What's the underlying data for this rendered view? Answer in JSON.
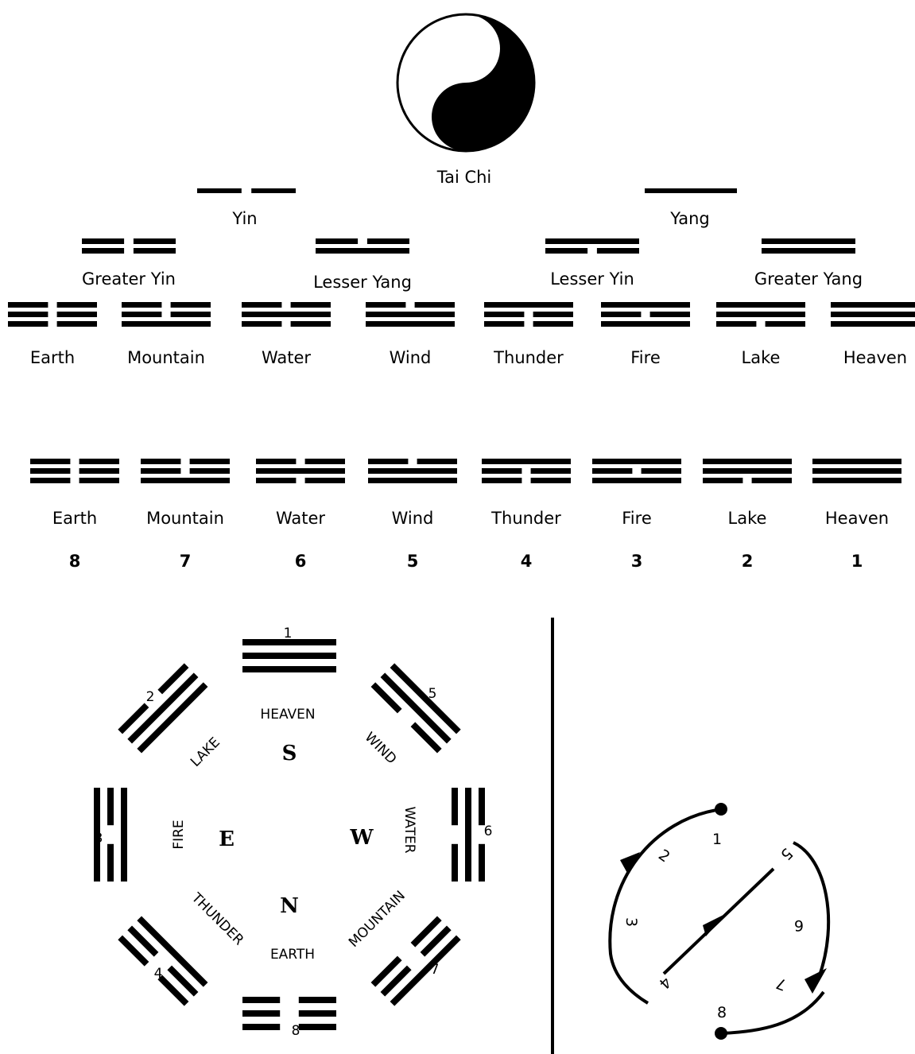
{
  "taichi": {
    "label": "Tai Chi"
  },
  "duograms": [
    {
      "key": "yin",
      "label": "Yin",
      "lines": [
        0
      ]
    },
    {
      "key": "yang",
      "label": "Yang",
      "lines": [
        1
      ]
    }
  ],
  "bigrams": [
    {
      "key": "greater-yin",
      "label": "Greater Yin",
      "lines": [
        0,
        0
      ]
    },
    {
      "key": "lesser-yang",
      "label": "Lesser Yang",
      "lines": [
        1,
        0
      ]
    },
    {
      "key": "lesser-yin",
      "label": "Lesser Yin",
      "lines": [
        0,
        1
      ]
    },
    {
      "key": "greater-yang",
      "label": "Greater Yang",
      "lines": [
        1,
        1
      ]
    }
  ],
  "trigrams": [
    {
      "key": "earth",
      "label": "Earth",
      "number": "8",
      "lines": [
        0,
        0,
        0
      ]
    },
    {
      "key": "mountain",
      "label": "Mountain",
      "number": "7",
      "lines": [
        1,
        0,
        0
      ]
    },
    {
      "key": "water",
      "label": "Water",
      "number": "6",
      "lines": [
        0,
        1,
        0
      ]
    },
    {
      "key": "wind",
      "label": "Wind",
      "number": "5",
      "lines": [
        1,
        1,
        0
      ]
    },
    {
      "key": "thunder",
      "label": "Thunder",
      "number": "4",
      "lines": [
        0,
        0,
        1
      ]
    },
    {
      "key": "fire",
      "label": "Fire",
      "number": "3",
      "lines": [
        1,
        0,
        1
      ]
    },
    {
      "key": "lake",
      "label": "Lake",
      "number": "2",
      "lines": [
        0,
        1,
        1
      ]
    },
    {
      "key": "heaven",
      "label": "Heaven",
      "number": "1",
      "lines": [
        1,
        1,
        1
      ]
    }
  ],
  "bagua": {
    "directions": {
      "south": "S",
      "east": "E",
      "west": "W",
      "north": "N"
    },
    "positions": [
      {
        "key": "heaven",
        "label": "HEAVEN",
        "number": "1"
      },
      {
        "key": "lake",
        "label": "LAKE",
        "number": "2"
      },
      {
        "key": "fire",
        "label": "FIRE",
        "number": "3"
      },
      {
        "key": "thunder",
        "label": "THUNDER",
        "number": "4"
      },
      {
        "key": "wind",
        "label": "WIND",
        "number": "5"
      },
      {
        "key": "water",
        "label": "WATER",
        "number": "6"
      },
      {
        "key": "mountain",
        "label": "MOUNTAIN",
        "number": "7"
      },
      {
        "key": "earth",
        "label": "EARTH",
        "number": "8"
      }
    ]
  },
  "sequence_diagram": {
    "numbers": [
      "1",
      "2",
      "3",
      "4",
      "5",
      "6",
      "7",
      "8"
    ]
  }
}
